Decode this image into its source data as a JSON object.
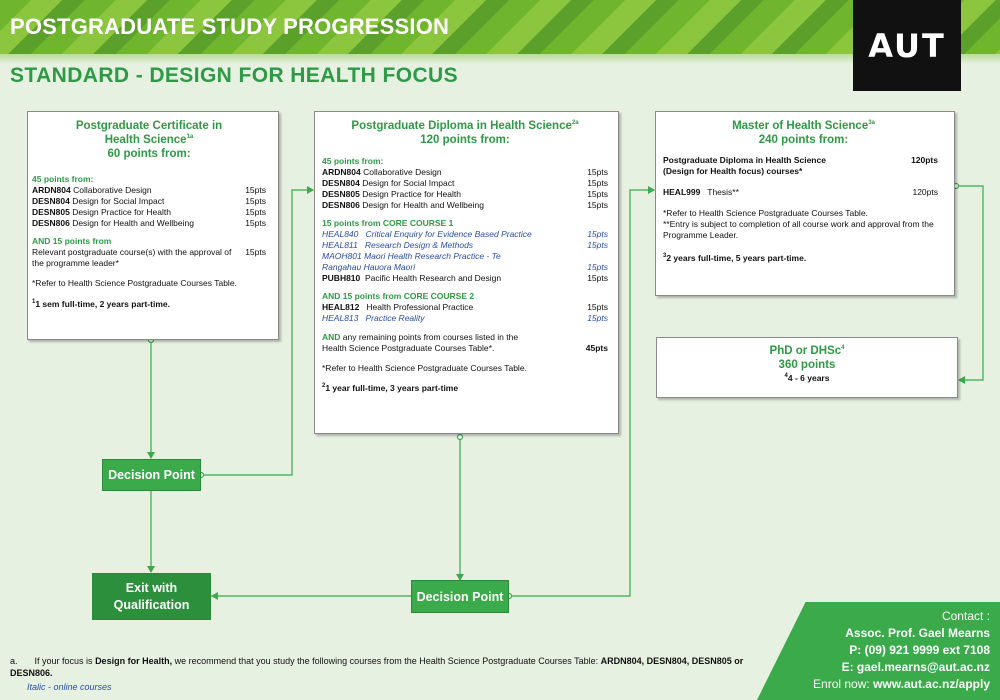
{
  "banner": {
    "title": "POSTGRADUATE STUDY PROGRESSION"
  },
  "logo": {
    "text": "AUT"
  },
  "subtitle": "STANDARD - DESIGN FOR HEALTH FOCUS",
  "cert": {
    "title_line1": "Postgraduate Certificate in",
    "title_line2": "Health Science",
    "title_sup": "1a",
    "points": "60 points from:",
    "section1": "45 points from:",
    "courses": [
      {
        "code": "ARDN804",
        "name": "Collaborative Design",
        "pts": "15pts"
      },
      {
        "code": "DESN804",
        "name": "Design for Social Impact",
        "pts": "15pts"
      },
      {
        "code": "DESN805",
        "name": "Design Practice for Health",
        "pts": "15pts"
      },
      {
        "code": "DESN806",
        "name": "Design for Health and Wellbeing",
        "pts": "15pts"
      }
    ],
    "section2": "AND 15 points from",
    "relevant": "Relevant postgraduate course(s) with the approval of the programme leader*",
    "relevant_pts": "15pts",
    "note": "*Refer to Health Science Postgraduate Courses Table.",
    "foot_num": "1",
    "foot": "1 sem full-time, 2 years part-time."
  },
  "diploma": {
    "title": "Postgraduate Diploma in Health Science",
    "title_sup": "2a",
    "points": "120 points from:",
    "section1": "45 points from:",
    "courses1": [
      {
        "code": "ARDN804",
        "name": "Collaborative Design",
        "pts": "15pts"
      },
      {
        "code": "DESN804",
        "name": "Design for Social Impact",
        "pts": "15pts"
      },
      {
        "code": "DESN805",
        "name": "Design Practice for Health",
        "pts": "15pts"
      },
      {
        "code": "DESN806",
        "name": "Design for Health and Wellbeing",
        "pts": "15pts"
      }
    ],
    "section2": "15 points from CORE COURSE 1",
    "core1": [
      {
        "code": "HEAL840",
        "name": "Critical Enquiry for Evidence Based Practice",
        "pts": "15pts"
      },
      {
        "code": "HEAL811",
        "name": "Research Design & Methods",
        "pts": "15pts"
      },
      {
        "code": "MAOH801",
        "name": "Maori Health Research Practice - Te Rangahau Hauora Maori",
        "pts": "15pts"
      }
    ],
    "pubh": {
      "code": "PUBH810",
      "name": "Pacific Health Research and Design",
      "pts": "15pts"
    },
    "section3": "AND 15 points from CORE COURSE 2",
    "core2": [
      {
        "code": "HEAL812",
        "name": "Health Professional Practice",
        "pts": "15pts"
      },
      {
        "code": "HEAL813",
        "name": "Practice Reality",
        "pts": "15pts"
      }
    ],
    "and_word": "AND",
    "remaining": "any remaining points from courses listed in the Health Science Postgraduate Courses Table*.",
    "remaining_pts": "45pts",
    "note": "*Refer to Health Science Postgraduate Courses Table.",
    "foot_num": "2",
    "foot": "1 year full-time, 3 years part-time"
  },
  "master": {
    "title": "Master of Health Science",
    "title_sup": "3a",
    "points": "240 points from:",
    "item1": "Postgraduate Diploma in Health Science (Design for Health focus) courses*",
    "item1_pts": "120pts",
    "item2_code": "HEAL999",
    "item2_name": "Thesis**",
    "item2_pts": "120pts",
    "note1": "*Refer to Health Science Postgraduate Courses Table.",
    "note2": "**Entry is subject to completion of all course work and approval from the Programme Leader.",
    "foot_num": "3",
    "foot": "2 years full-time, 5 years part-time."
  },
  "phd": {
    "title": "PhD or DHSc",
    "title_sup": "4",
    "points": "360 points",
    "foot_num": "4",
    "foot": "4 - 6 years"
  },
  "decision1": "Decision Point",
  "decision2": "Decision Point",
  "exit": "Exit with Qualification",
  "contact": {
    "heading": "Contact :",
    "name": "Assoc. Prof. Gael Mearns",
    "phone": "P: (09) 921 9999 ext 7108",
    "email": "E: gael.mearns@aut.ac.nz",
    "enrol_label": "Enrol now:",
    "enrol_url": "www.aut.ac.nz/apply"
  },
  "footnote": {
    "marker": "a.",
    "text_before": "If your focus is",
    "focus": "Design for Health,",
    "text_after": "we recommend that you study the following courses from the Health Science Postgraduate Courses Table:",
    "courses": "ARDN804, DESN804, DESN805 or DESN806."
  },
  "legend": "Italic - online courses",
  "colors": {
    "green": "#3aaa4a",
    "dark_green": "#2e9a45",
    "online_blue": "#2a4ea0",
    "background": "#e6f1e2"
  }
}
